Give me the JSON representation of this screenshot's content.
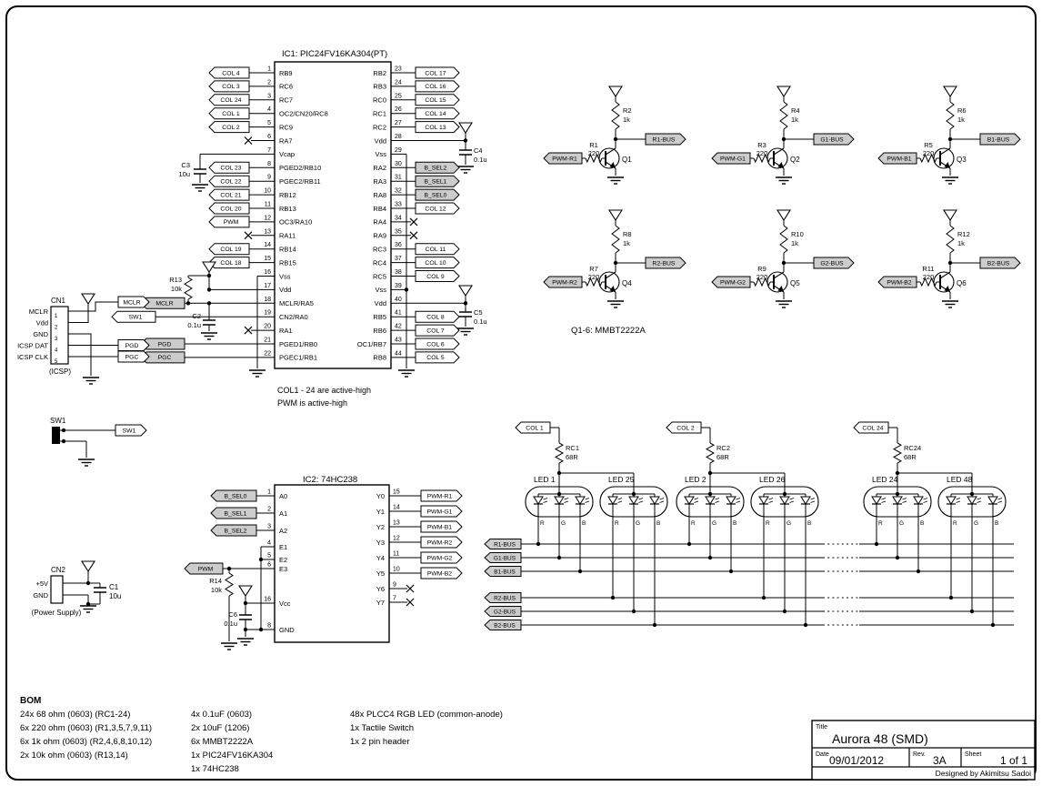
{
  "colors": {
    "ink": "#000000",
    "paper": "#ffffff",
    "tag_fill": "#cccccc"
  },
  "notes": {
    "col_note": "COL1 - 24 are active-high",
    "pwm_note": "PWM is active-high",
    "q_note": "Q1-6: MMBT2222A"
  },
  "ic1": {
    "title": "IC1: PIC24FV16KA304(PT)",
    "left": [
      {
        "n": "1",
        "name": "RB9",
        "tag": "COL 4",
        "t": "w"
      },
      {
        "n": "2",
        "name": "RC6",
        "tag": "COL 3",
        "t": "w"
      },
      {
        "n": "3",
        "name": "RC7",
        "tag": "COL 24",
        "t": "w"
      },
      {
        "n": "4",
        "name": "OC2/CN20/RC8",
        "tag": "COL 1",
        "t": "w"
      },
      {
        "n": "5",
        "name": "RC9",
        "tag": "COL 2",
        "t": "w"
      },
      {
        "n": "6",
        "name": "RA7",
        "t": "x"
      },
      {
        "n": "7",
        "name": "Vcap",
        "t": "c3"
      },
      {
        "n": "8",
        "name": "PGED2/RB10",
        "tag": "COL 23",
        "t": "w"
      },
      {
        "n": "9",
        "name": "PGEC2/RB11",
        "tag": "COL 22",
        "t": "w"
      },
      {
        "n": "10",
        "name": "RB12",
        "tag": "COL 21",
        "t": "w"
      },
      {
        "n": "11",
        "name": "RB13",
        "tag": "COL 20",
        "t": "w"
      },
      {
        "n": "12",
        "name": "OC3/RA10",
        "tag": "PWM",
        "t": "w"
      },
      {
        "n": "13",
        "name": "RA11",
        "t": "x"
      },
      {
        "n": "14",
        "name": "RB14",
        "tag": "COL 19",
        "t": "w"
      },
      {
        "n": "15",
        "name": "RB15",
        "tag": "COL 18",
        "t": "w"
      },
      {
        "n": "16",
        "name": "Vss",
        "t": "vss16"
      },
      {
        "n": "17",
        "name": "Vdd",
        "t": "vdd17"
      },
      {
        "n": "18",
        "name": "MCLR/RA5",
        "tag": "MCLR",
        "t": "g18"
      },
      {
        "n": "19",
        "name": "CN2/RA0",
        "tag": "SW1",
        "t": "w19"
      },
      {
        "n": "20",
        "name": "RA1",
        "t": "x"
      },
      {
        "n": "21",
        "name": "PGED1/RB0",
        "tag": "PGD",
        "t": "g18"
      },
      {
        "n": "22",
        "name": "PGEC1/RB1",
        "tag": "PGC",
        "t": "g18"
      }
    ],
    "right": [
      {
        "n": "23",
        "name": "RB2",
        "tag": "COL 17",
        "t": "w"
      },
      {
        "n": "24",
        "name": "RB3",
        "tag": "COL 16",
        "t": "w"
      },
      {
        "n": "25",
        "name": "RC0",
        "tag": "COL 15",
        "t": "w"
      },
      {
        "n": "26",
        "name": "RC1",
        "tag": "COL 14",
        "t": "w"
      },
      {
        "n": "27",
        "name": "RC2",
        "tag": "COL 13",
        "t": "w"
      },
      {
        "n": "28",
        "name": "Vdd",
        "t": "c4"
      },
      {
        "n": "29",
        "name": "Vss",
        "t": "vss29"
      },
      {
        "n": "30",
        "name": "RA2",
        "tag": "B_SEL2",
        "t": "g"
      },
      {
        "n": "31",
        "name": "RA3",
        "tag": "B_SEL1",
        "t": "g"
      },
      {
        "n": "32",
        "name": "RA8",
        "tag": "B_SEL0",
        "t": "g"
      },
      {
        "n": "33",
        "name": "RB4",
        "tag": "COL 12",
        "t": "w"
      },
      {
        "n": "34",
        "name": "RA4",
        "t": "x"
      },
      {
        "n": "35",
        "name": "RA9",
        "t": "x"
      },
      {
        "n": "36",
        "name": "RC3",
        "tag": "COL 11",
        "t": "w"
      },
      {
        "n": "37",
        "name": "RC4",
        "tag": "COL 10",
        "t": "w"
      },
      {
        "n": "38",
        "name": "RC5",
        "tag": "COL 9",
        "t": "w"
      },
      {
        "n": "39",
        "name": "Vss",
        "t": "vssd"
      },
      {
        "n": "40",
        "name": "Vdd",
        "t": "c5"
      },
      {
        "n": "41",
        "name": "RB5",
        "tag": "COL 8",
        "t": "w"
      },
      {
        "n": "42",
        "name": "RB6",
        "tag": "COL 7",
        "t": "w"
      },
      {
        "n": "43",
        "name": "OC1/RB7",
        "tag": "COL 6",
        "t": "w"
      },
      {
        "n": "44",
        "name": "RB8",
        "tag": "COL 5",
        "t": "w"
      }
    ]
  },
  "r13": {
    "ref": "R13",
    "val": "10k"
  },
  "r14": {
    "ref": "R14",
    "val": "10k"
  },
  "c2": {
    "ref": "C2",
    "val": "0.1u"
  },
  "c3": {
    "ref": "C3",
    "val": "10u"
  },
  "c4": {
    "ref": "C4",
    "val": "0.1u"
  },
  "c5": {
    "ref": "C5",
    "val": "0.1u"
  },
  "c6": {
    "ref": "C6",
    "val": "0.1u"
  },
  "cn1": {
    "title": "CN1",
    "caption": "(ICSP)",
    "pins": [
      {
        "n": "1",
        "label": "MCLR",
        "tag": "MCLR"
      },
      {
        "n": "2",
        "label": "Vdd"
      },
      {
        "n": "3",
        "label": "GND"
      },
      {
        "n": "4",
        "label": "ICSP DAT",
        "tag": "PGD"
      },
      {
        "n": "5",
        "label": "ICSP CLK",
        "tag": "PGC"
      }
    ]
  },
  "sw1": {
    "label": "SW1",
    "tag": "SW1"
  },
  "cn2": {
    "title": "CN2",
    "caption": "(Power Supply)",
    "pin1": "+5V",
    "pin2": "GND",
    "cap": {
      "ref": "C1",
      "val": "10u"
    }
  },
  "ic2": {
    "title": "IC2: 74HC238",
    "pwm_tag": "PWM",
    "left": [
      {
        "n": "1",
        "name": "A0",
        "tag": "B_SEL0",
        "t": "g"
      },
      {
        "n": "2",
        "name": "A1",
        "tag": "B_SEL1",
        "t": "g"
      },
      {
        "n": "3",
        "name": "A2",
        "tag": "B_SEL2",
        "t": "g"
      },
      {
        "n": "4",
        "name": "E1",
        "t": "rail"
      },
      {
        "n": "5",
        "name": "E2",
        "t": "raild"
      },
      {
        "n": "6",
        "name": "E3",
        "t": "pwm"
      },
      {
        "n": "16",
        "name": "Vcc",
        "t": "vcc"
      },
      {
        "n": "8",
        "name": "GND",
        "t": "gndp"
      }
    ],
    "right": [
      {
        "n": "15",
        "name": "Y0",
        "tag": "PWM-R1",
        "t": "w"
      },
      {
        "n": "14",
        "name": "Y1",
        "tag": "PWM-G1",
        "t": "w"
      },
      {
        "n": "13",
        "name": "Y2",
        "tag": "PWM-B1",
        "t": "w"
      },
      {
        "n": "12",
        "name": "Y3",
        "tag": "PWM-R2",
        "t": "w"
      },
      {
        "n": "11",
        "name": "Y4",
        "tag": "PWM-G2",
        "t": "w"
      },
      {
        "n": "10",
        "name": "Y5",
        "tag": "PWM-B2",
        "t": "w"
      },
      {
        "n": "9",
        "name": "Y6",
        "t": "x"
      },
      {
        "n": "7",
        "name": "Y7",
        "t": "x"
      }
    ]
  },
  "transistors": [
    {
      "q": "Q1",
      "rin": "R1",
      "rinv": "220",
      "rup": "R2",
      "rupv": "1k",
      "tin": "PWM-R1",
      "tout": "R1-BUS"
    },
    {
      "q": "Q2",
      "rin": "R3",
      "rinv": "220",
      "rup": "R4",
      "rupv": "1k",
      "tin": "PWM-G1",
      "tout": "G1-BUS"
    },
    {
      "q": "Q3",
      "rin": "R5",
      "rinv": "220",
      "rup": "R6",
      "rupv": "1k",
      "tin": "PWM-B1",
      "tout": "B1-BUS"
    },
    {
      "q": "Q4",
      "rin": "R7",
      "rinv": "220",
      "rup": "R8",
      "rupv": "1k",
      "tin": "PWM-R2",
      "tout": "R2-BUS"
    },
    {
      "q": "Q5",
      "rin": "R9",
      "rinv": "220",
      "rup": "R10",
      "rupv": "1k",
      "tin": "PWM-G2",
      "tout": "G2-BUS"
    },
    {
      "q": "Q6",
      "rin": "R11",
      "rinv": "220",
      "rup": "R12",
      "rupv": "1k",
      "tin": "PWM-B2",
      "tout": "B2-BUS"
    }
  ],
  "led": {
    "groups": [
      {
        "col": "COL 1",
        "rc": "RC1",
        "rcv": "68R",
        "a": "LED 1",
        "b": "LED 25"
      },
      {
        "col": "COL 2",
        "rc": "RC2",
        "rcv": "68R",
        "a": "LED 2",
        "b": "LED 26"
      },
      {
        "col": "COL 24",
        "rc": "RC24",
        "rcv": "68R",
        "a": "LED 24",
        "b": "LED 48"
      }
    ],
    "buses": [
      "R1-BUS",
      "G1-BUS",
      "B1-BUS",
      "R2-BUS",
      "G2-BUS",
      "B2-BUS"
    ],
    "pins": [
      "R",
      "G",
      "B"
    ]
  },
  "bom": {
    "title": "BOM",
    "col1": [
      "24x 68 ohm (0603) (RC1-24)",
      "6x 220 ohm (0603) (R1,3,5,7,9,11)",
      "6x 1k ohm (0603) (R2,4,6,8,10,12)",
      "2x 10k ohm (0603) (R13,14)"
    ],
    "col2": [
      "4x 0.1uF (0603)",
      "2x 10uF (1206)",
      "6x MMBT2222A",
      "1x PIC24FV16KA304",
      "1x 74HC238"
    ],
    "col3": [
      "48x PLCC4 RGB LED (common-anode)",
      "1x Tactile Switch",
      "1x 2 pin header"
    ]
  },
  "tb": {
    "title_label": "Title",
    "title": "Aurora 48 (SMD)",
    "date_label": "Date",
    "date": "09/01/2012",
    "rev_label": "Rev.",
    "rev": "3A",
    "sheet_label": "Sheet",
    "sheet": "1 of 1",
    "credit": "Designed by Akimitsu Sadoi"
  }
}
